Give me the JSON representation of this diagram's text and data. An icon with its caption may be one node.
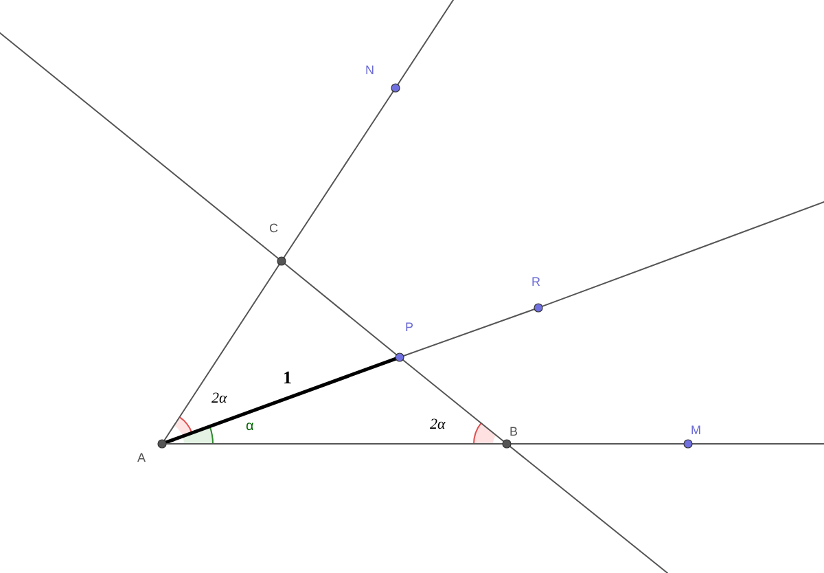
{
  "diagram": {
    "nodes": [
      {
        "text": [],
        "shape": "circle",
        "beside": [
          "A"
        ]
      },
      {
        "text": [],
        "shape": "circle",
        "beside": [
          "B"
        ]
      },
      {
        "text": [],
        "shape": "circle",
        "beside": [
          "C"
        ]
      },
      {
        "text": [],
        "shape": "circle",
        "beside": [
          "P"
        ]
      },
      {
        "text": [],
        "shape": "circle",
        "beside": [
          "N"
        ]
      },
      {
        "text": [],
        "shape": "circle",
        "beside": [
          "R"
        ]
      },
      {
        "text": [],
        "shape": "circle",
        "beside": [
          "M"
        ]
      }
    ],
    "edges": [
      {
        "from": 0,
        "to": 2,
        "arrow": "none"
      },
      {
        "from": 2,
        "to": 4,
        "arrow": "none"
      },
      {
        "from": 4,
        "to": null,
        "arrow": "none"
      },
      {
        "from": 0,
        "to": 3,
        "arrow": "none",
        "label": "1",
        "style": "thick",
        "color": "#000000"
      },
      {
        "from": 3,
        "to": 5,
        "arrow": "none"
      },
      {
        "from": 5,
        "to": null,
        "arrow": "none"
      },
      {
        "from": 0,
        "to": 1,
        "arrow": "none"
      },
      {
        "from": 1,
        "to": 6,
        "arrow": "none"
      },
      {
        "from": 6,
        "to": null,
        "arrow": "none"
      },
      {
        "from": null,
        "to": 2,
        "arrow": "none"
      },
      {
        "from": 2,
        "to": 3,
        "arrow": "none"
      },
      {
        "from": 3,
        "to": 1,
        "arrow": "none"
      },
      {
        "from": 1,
        "to": null,
        "arrow": "none"
      }
    ],
    "labels": [
      "2α",
      "α",
      "2α"
    ]
  }
}
